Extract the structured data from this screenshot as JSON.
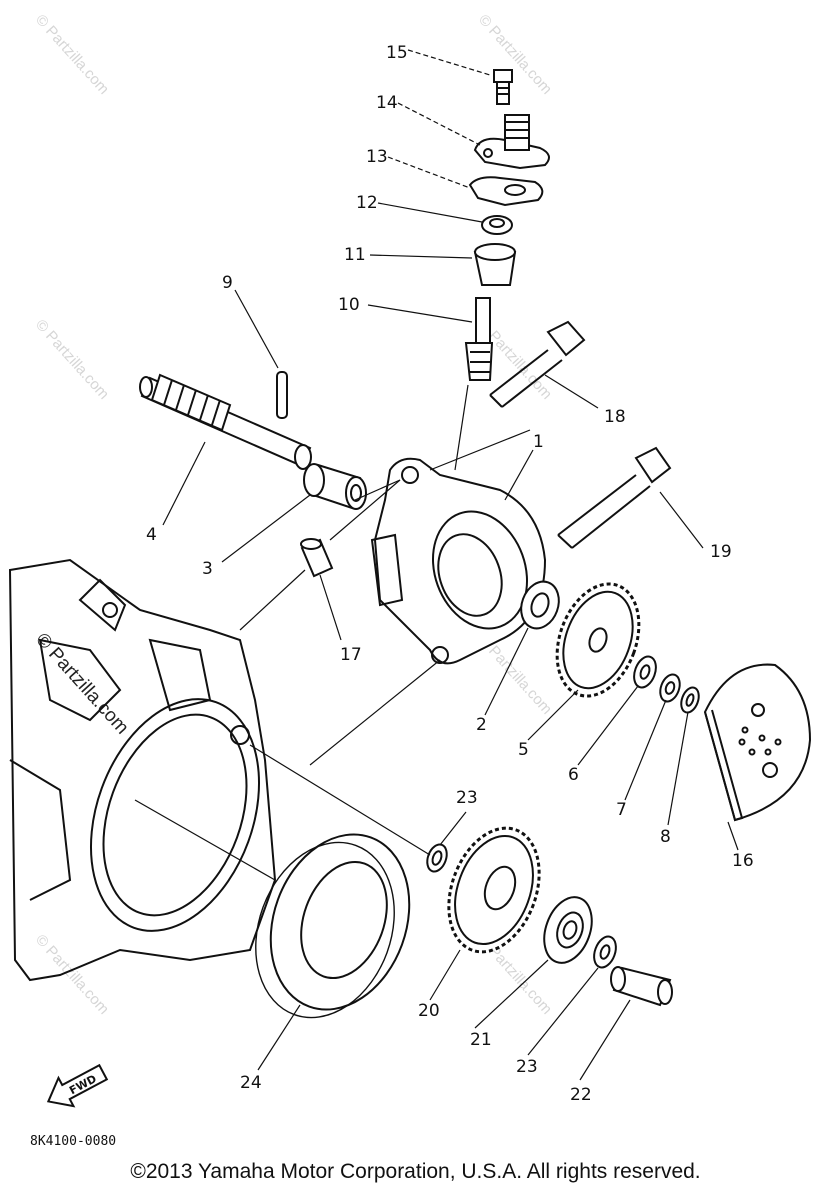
{
  "watermark": "© Partzilla.com",
  "drawing_code": "8K4100-0080",
  "fwd_label": "FWD",
  "copyright": "©2013  Yamaha Motor Corporation, U.S.A. All rights reserved.",
  "callouts": {
    "c1": "1",
    "c2": "2",
    "c3": "3",
    "c4": "4",
    "c5": "5",
    "c6": "6",
    "c7": "7",
    "c8": "8",
    "c9": "9",
    "c10": "10",
    "c11": "11",
    "c12": "12",
    "c13": "13",
    "c14": "14",
    "c15": "15",
    "c16": "16",
    "c17": "17",
    "c18": "18",
    "c19": "19",
    "c20": "20",
    "c21": "21",
    "c22": "22",
    "c23a": "23",
    "c23b": "23",
    "c24": "24"
  }
}
